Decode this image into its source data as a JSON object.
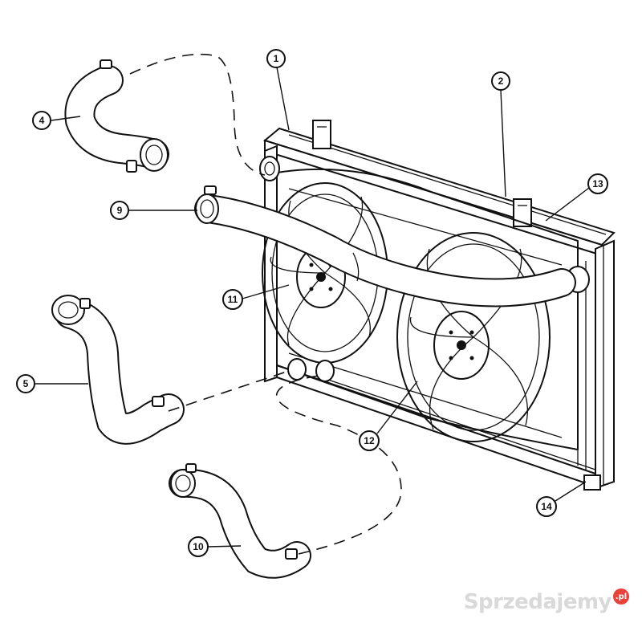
{
  "callouts": [
    {
      "id": "callout-1",
      "label": "1"
    },
    {
      "id": "callout-2",
      "label": "2"
    },
    {
      "id": "callout-4",
      "label": "4"
    },
    {
      "id": "callout-5",
      "label": "5"
    },
    {
      "id": "callout-9",
      "label": "9"
    },
    {
      "id": "callout-10",
      "label": "10"
    },
    {
      "id": "callout-11",
      "label": "11"
    },
    {
      "id": "callout-12",
      "label": "12"
    },
    {
      "id": "callout-13",
      "label": "13"
    },
    {
      "id": "callout-14",
      "label": "14"
    }
  ],
  "watermark": {
    "text": "Sprzedajemy",
    "badge": ".pl"
  }
}
